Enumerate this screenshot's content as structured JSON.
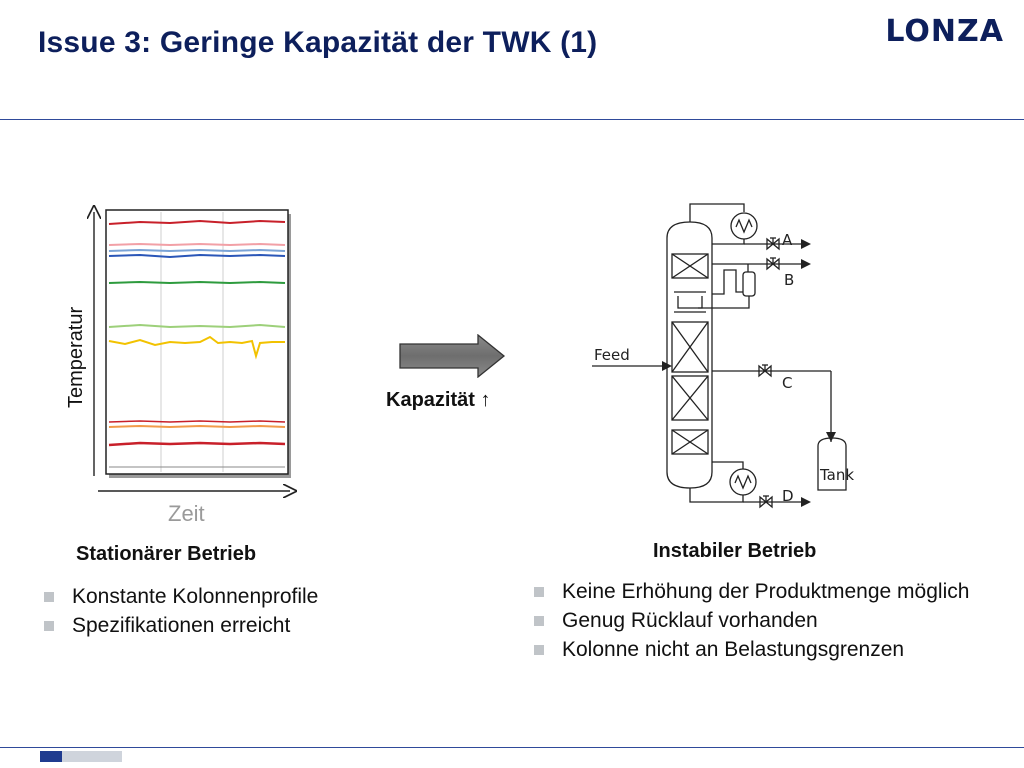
{
  "slide": {
    "title": "Issue 3: Geringe Kapazität der TWK (1)",
    "logo": "LONZA"
  },
  "chart": {
    "ylabel": "Temperatur",
    "xlabel": "Zeit",
    "line_colors": [
      "#c8202a",
      "#f2a0a6",
      "#7aa3d6",
      "#2a56b8",
      "#2e9b3e",
      "#9dd07a",
      "#f2c200",
      "#c8202a",
      "#f29b4a",
      "#c8202a"
    ]
  },
  "transition": {
    "label": "Kapazität ↑"
  },
  "diagram": {
    "feed_label": "Feed",
    "stream_a": "A",
    "stream_b": "B",
    "stream_c": "C",
    "stream_d": "D",
    "tank_label": "Tank"
  },
  "left": {
    "heading": "Stationärer Betrieb",
    "bullets": [
      "Konstante Kolonnenprofile",
      "Spezifikationen erreicht"
    ]
  },
  "right": {
    "heading": "Instabiler Betrieb",
    "bullets": [
      "Keine Erhöhung der Produktmenge möglich",
      "Genug Rücklauf vorhanden",
      "Kolonne nicht an Belastungsgrenzen"
    ]
  }
}
